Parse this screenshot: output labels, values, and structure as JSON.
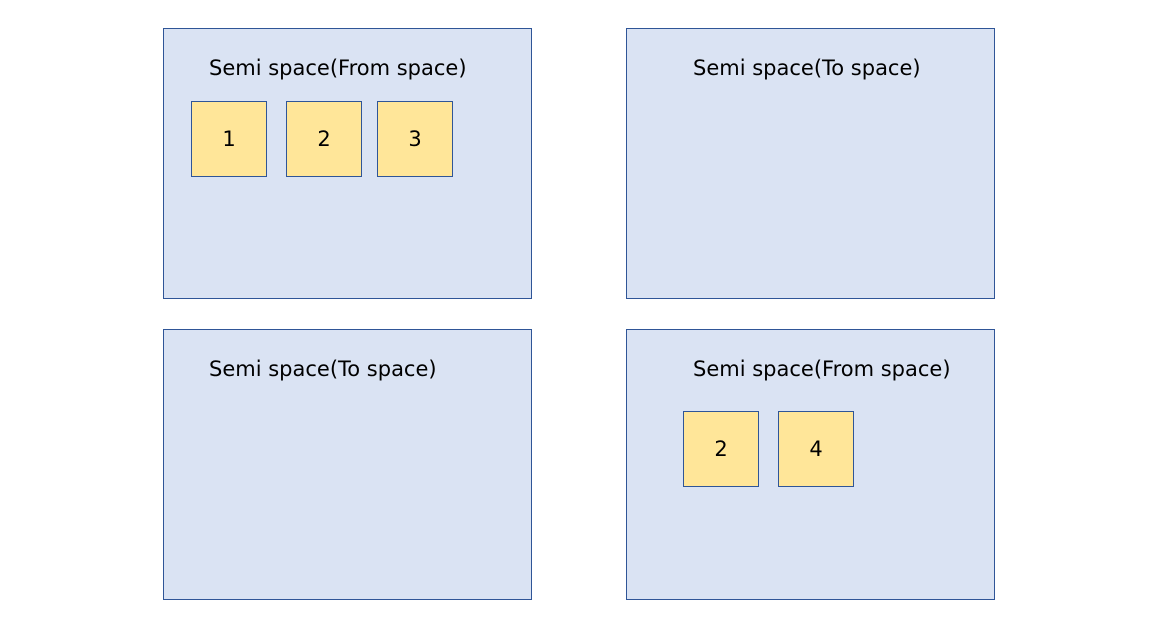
{
  "panels": {
    "top_left": {
      "title": "Semi space(From space)",
      "objects": [
        "1",
        "2",
        "3"
      ]
    },
    "top_right": {
      "title": "Semi space(To space)",
      "objects": []
    },
    "bottom_left": {
      "title": "Semi space(To space)",
      "objects": []
    },
    "bottom_right": {
      "title": "Semi space(From space)",
      "objects": [
        "2",
        "4"
      ]
    }
  },
  "colors": {
    "space_fill": "#dae3f3",
    "space_border": "#2f5597",
    "object_fill": "#ffe699"
  }
}
